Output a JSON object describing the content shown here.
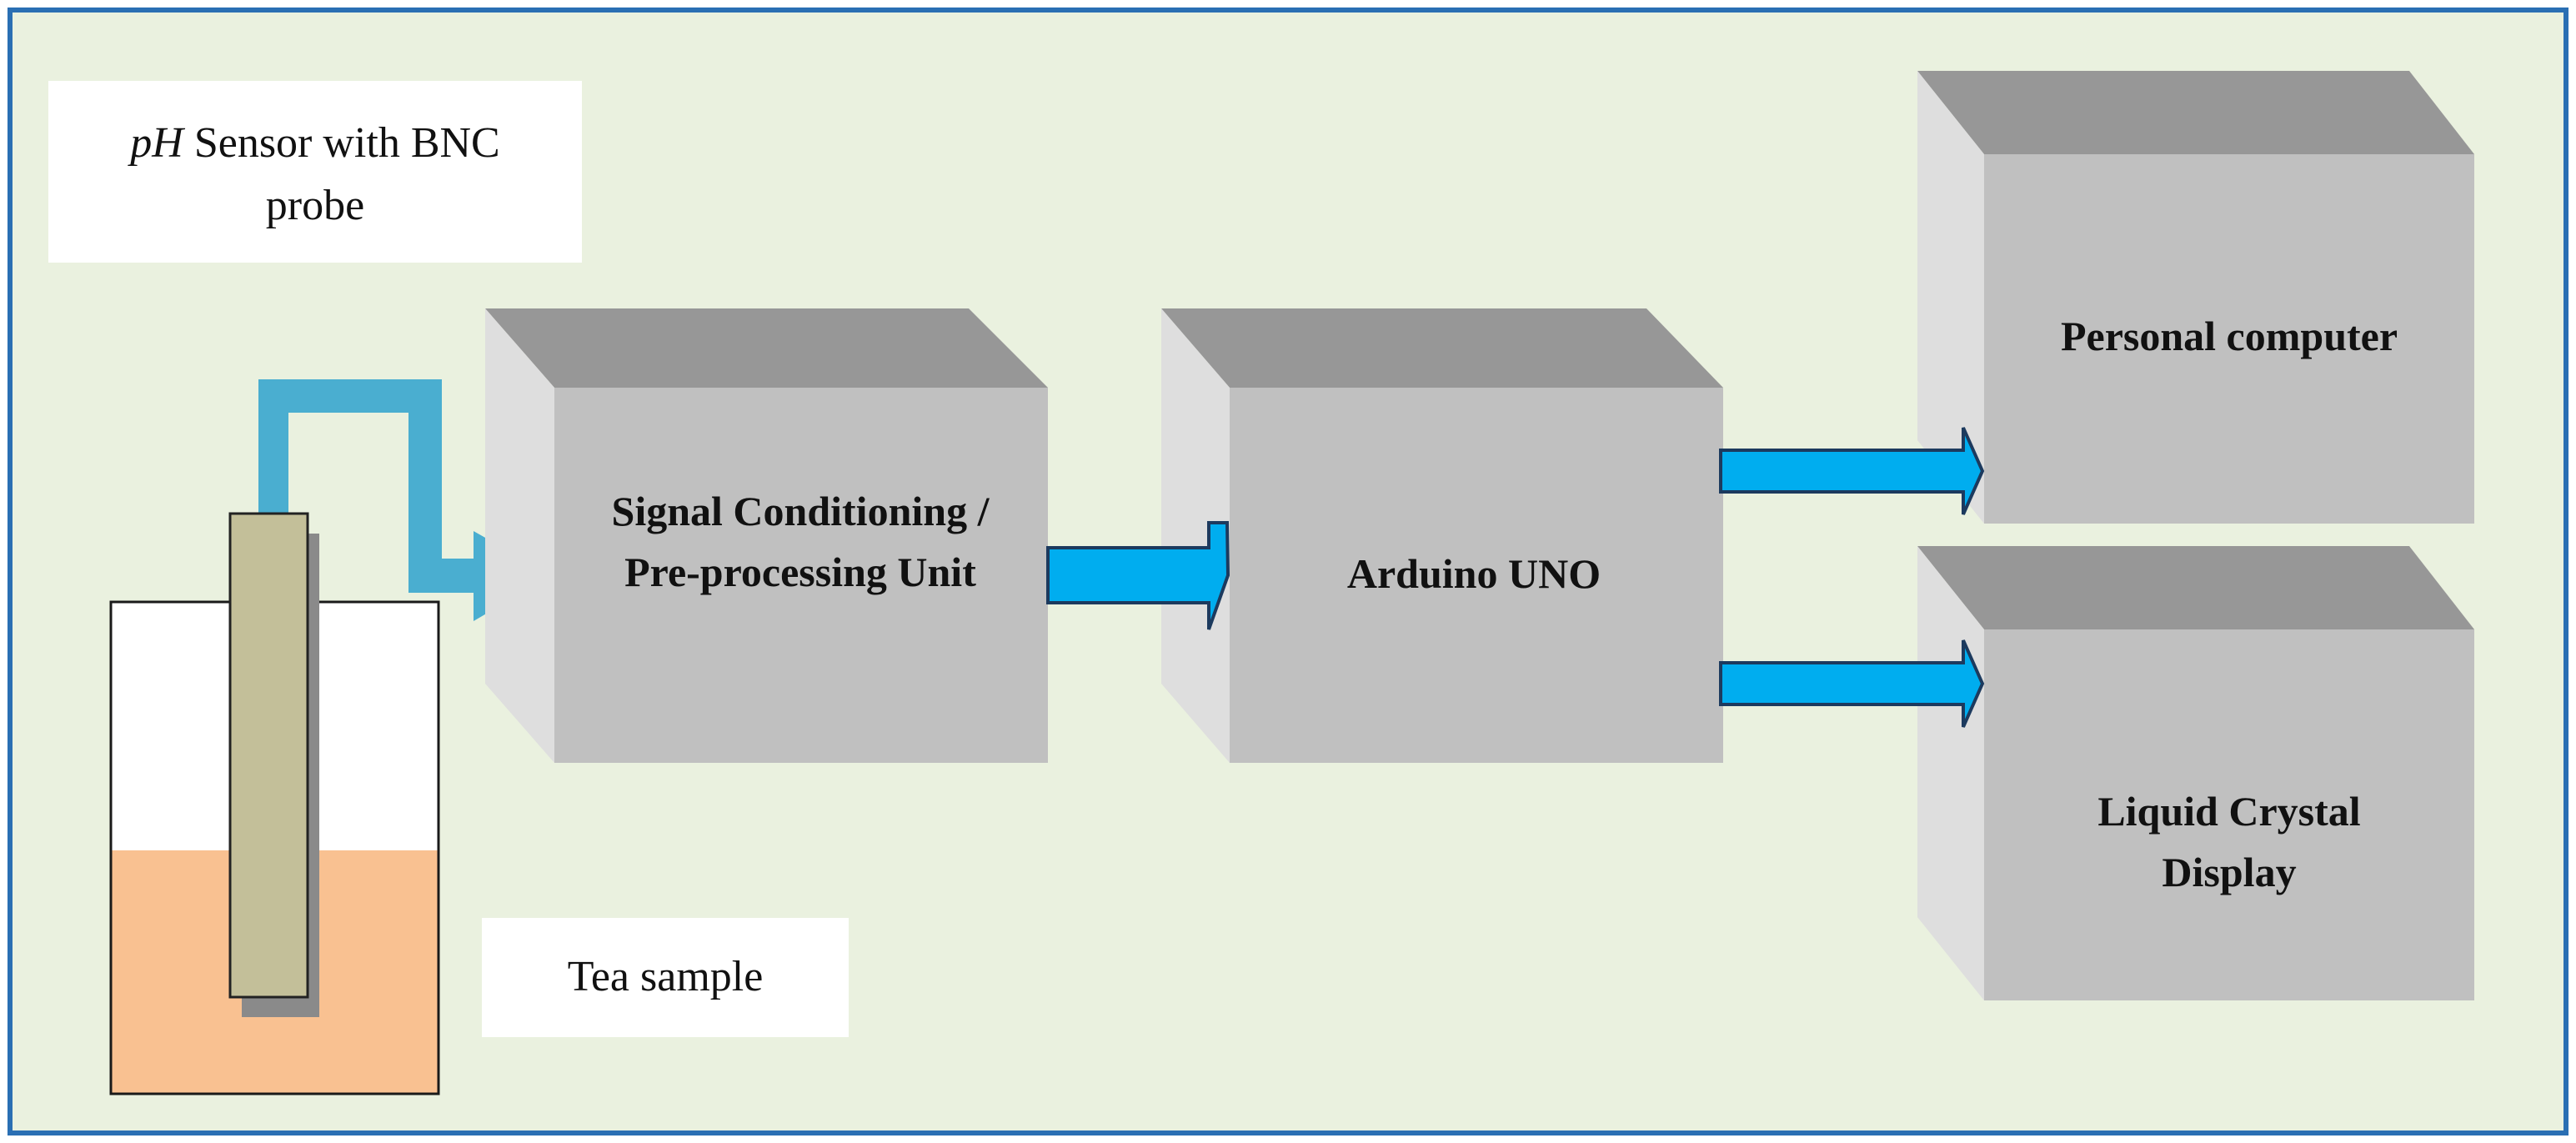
{
  "colors": {
    "frame_border": "#2a6fb3",
    "background": "#eaf1df",
    "box_face": "#c0c0c0",
    "box_top": "#979797",
    "box_side": "#dedede",
    "cable": "#4aaed0",
    "arrow_fill": "#00adef",
    "arrow_stroke": "#1c3a5e",
    "probe": "#c3bf99",
    "probe_shadow": "#8a8a8a",
    "beaker_empty": "#ffffff",
    "tea": "#f9c191"
  },
  "labels": {
    "sensor_line1_italic": "pH",
    "sensor_line1_rest": " Sensor with BNC",
    "sensor_line2": "probe",
    "tea_sample": "Tea sample"
  },
  "blocks": {
    "signal_line1": "Signal Conditioning /",
    "signal_line2": "Pre-processing Unit",
    "arduino": "Arduino UNO",
    "pc": "Personal computer",
    "lcd_line1": "Liquid Crystal",
    "lcd_line2": "Display"
  },
  "icons": {
    "probe": "ph-probe-icon",
    "beaker": "beaker-icon",
    "cable": "sensor-cable-icon"
  }
}
